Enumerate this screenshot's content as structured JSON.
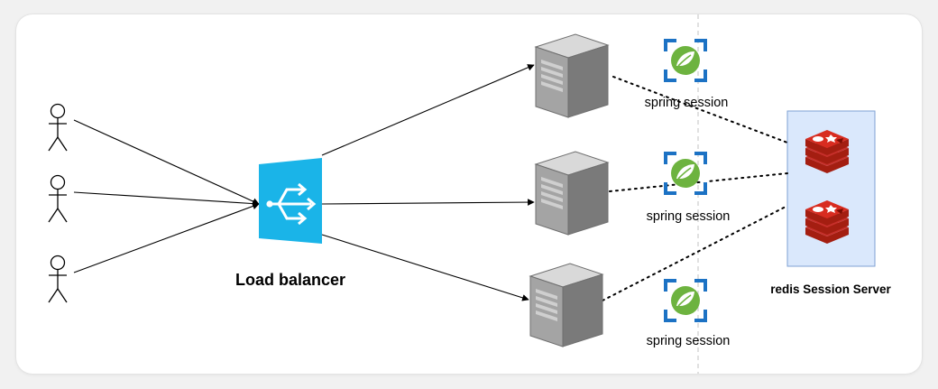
{
  "diagram": {
    "load_balancer_label": "Load balancer",
    "session_labels": [
      "spring session",
      "spring session",
      "spring session"
    ],
    "redis_label": "redis Session Server",
    "colors": {
      "load_balancer": "#1ab4e8",
      "server_body": "#8c8c8c",
      "spring_frame": "#1c72c4",
      "spring_leaf": "#6db33f",
      "redis": "#c6302b",
      "redis_panel": "#dae8fc",
      "redis_panel_border": "#7fa1d3"
    },
    "icons": [
      "user-icon",
      "load-balancer-icon",
      "server-icon",
      "spring-icon",
      "redis-icon"
    ]
  }
}
